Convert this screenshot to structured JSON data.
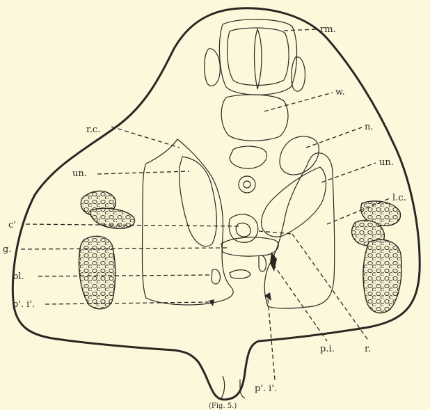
{
  "figure": {
    "labels": {
      "rm": "rm.",
      "w": "w.",
      "n": "n.",
      "un_right": "un.",
      "un_left": "un.",
      "rc": "r.c.",
      "lc": "l.c.",
      "c_prime": "c'",
      "g": "g.",
      "bl": "bl.",
      "p_i_prime_left": "p'. i'.",
      "p_i": "p.i.",
      "r": "r.",
      "p_i_prime_bottom": "p'. i'."
    },
    "caption": "(Fig. 5.)"
  }
}
